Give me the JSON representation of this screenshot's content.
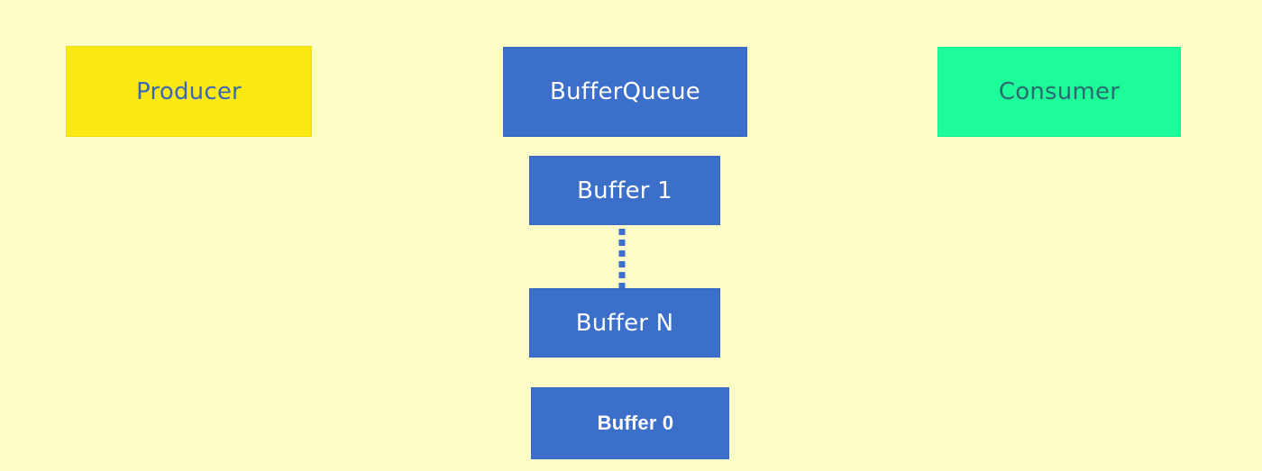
{
  "colors": {
    "background": "#fbfcc8",
    "producer": "#fbe913",
    "queue": "#3b6fc9",
    "consumer": "#1cfc98",
    "buffer": "#3b6fc9",
    "producer_text": "#3c67b8",
    "consumer_text": "#2b6b70",
    "light_text": "#ffffff"
  },
  "nodes": {
    "producer": "Producer",
    "queue": "BufferQueue",
    "consumer": "Consumer",
    "buffer_1": "Buffer 1",
    "buffer_n": "Buffer N",
    "buffer_0": "Buffer 0"
  }
}
